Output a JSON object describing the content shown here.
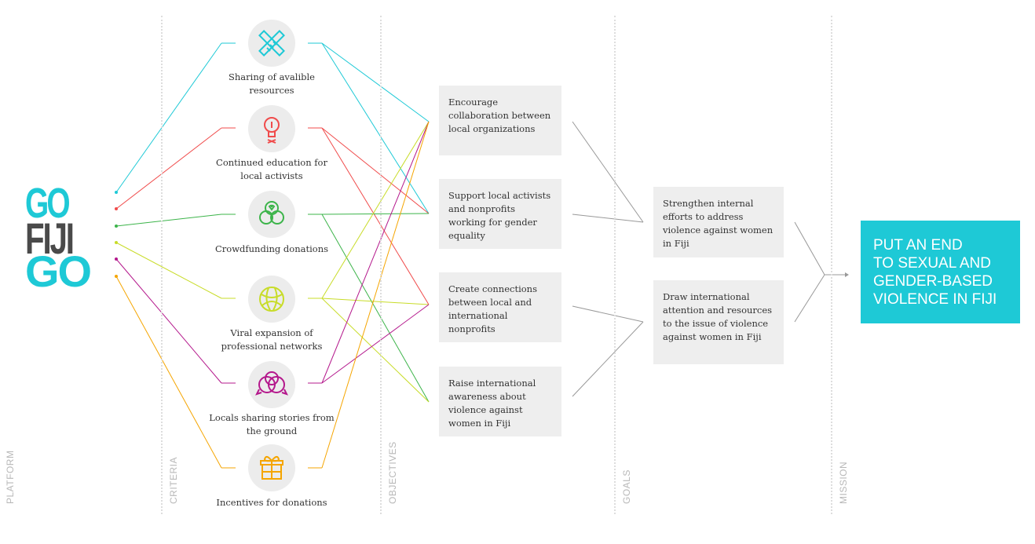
{
  "columns": [
    {
      "id": "platform",
      "label": "PLATFORM"
    },
    {
      "id": "criteria",
      "label": "CRITERIA"
    },
    {
      "id": "objectives",
      "label": "OBJECTIVES"
    },
    {
      "id": "goals",
      "label": "GOALS"
    },
    {
      "id": "mission",
      "label": "MISSION"
    }
  ],
  "logo": {
    "line1": "GO",
    "line2": "FIJI",
    "line3": "GO",
    "colors": {
      "teal": "#1ec9d6",
      "dark": "#4a4a4a"
    }
  },
  "criteria": [
    {
      "id": "c1",
      "label": "Sharing of avalible resources",
      "icon": "pencil-ruler-icon",
      "color": "#1ec9d6"
    },
    {
      "id": "c2",
      "label": "Continued education for local activists",
      "icon": "lightbulb-icon",
      "color": "#f04b4b"
    },
    {
      "id": "c3",
      "label": "Crowdfunding donations",
      "icon": "hearts-icon",
      "color": "#3cb44a"
    },
    {
      "id": "c4",
      "label": "Viral expansion of professional networks",
      "icon": "globe-icon",
      "color": "#c8dc28"
    },
    {
      "id": "c5",
      "label": "Locals sharing stories from the ground",
      "icon": "speech-bubbles-icon",
      "color": "#b4188c"
    },
    {
      "id": "c6",
      "label": "Incentives for donations",
      "icon": "gift-icon",
      "color": "#f5a500"
    }
  ],
  "objectives": [
    {
      "id": "o1",
      "label": "Encourage collaboration between local organizations"
    },
    {
      "id": "o2",
      "label": "Support local activists and nonprofits working for gender equality"
    },
    {
      "id": "o3",
      "label": "Create connections between local and international nonprofits"
    },
    {
      "id": "o4",
      "label": "Raise international awareness about violence against women in Fiji"
    }
  ],
  "goals": [
    {
      "id": "g1",
      "label": "Strengthen internal efforts to address violence against women in Fiji"
    },
    {
      "id": "g2",
      "label": "Draw international attention and resources to the issue of violence against women in Fiji"
    }
  ],
  "mission": {
    "lines": [
      "PUT AN END",
      "TO SEXUAL AND",
      "GENDER-BASED",
      "VIOLENCE IN FIJI"
    ],
    "color": "#1ec9d6"
  },
  "criteria_to_objectives": {
    "c1": [
      "o1",
      "o2"
    ],
    "c2": [
      "o2",
      "o3"
    ],
    "c3": [
      "o2",
      "o4"
    ],
    "c4": [
      "o1",
      "o3",
      "o4"
    ],
    "c5": [
      "o1",
      "o3"
    ],
    "c6": [
      "o1"
    ]
  },
  "objectives_to_goals": {
    "o1": "g1",
    "o2": "g1",
    "o3": "g2",
    "o4": "g2"
  },
  "connector_color": "#999999"
}
